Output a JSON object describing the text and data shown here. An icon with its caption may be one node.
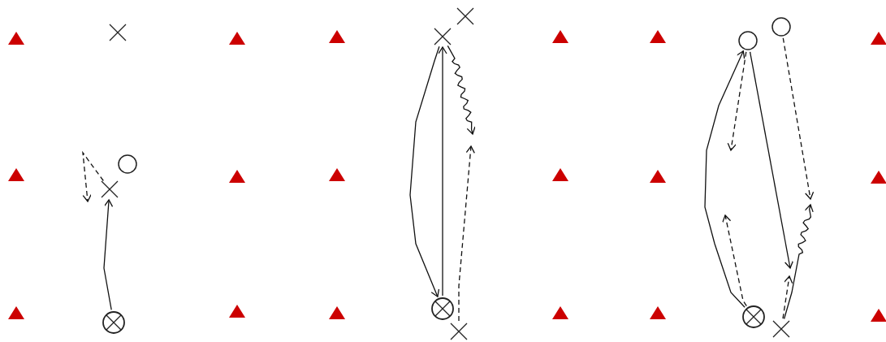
{
  "diagram": {
    "nodes": [
      {
        "text": [],
        "shape": "triangle"
      },
      {
        "text": [],
        "shape": "cross"
      },
      {
        "text": [],
        "shape": "triangle"
      },
      {
        "text": [],
        "shape": "triangle"
      },
      {
        "text": [],
        "shape": "cross"
      },
      {
        "text": [],
        "shape": "cross"
      },
      {
        "text": [],
        "shape": "triangle"
      },
      {
        "text": [],
        "shape": "triangle"
      },
      {
        "text": [],
        "shape": "circle"
      },
      {
        "text": [],
        "shape": "circle"
      },
      {
        "text": [],
        "shape": "triangle"
      },
      {
        "text": [],
        "shape": "triangle"
      },
      {
        "text": [],
        "shape": "cross"
      },
      {
        "text": [],
        "shape": "circle"
      },
      {
        "text": [],
        "shape": "triangle"
      },
      {
        "text": [],
        "shape": "triangle"
      },
      {
        "text": [],
        "shape": "triangle"
      },
      {
        "text": [],
        "shape": "triangle"
      },
      {
        "text": [],
        "shape": "triangle"
      },
      {
        "text": [],
        "shape": "triangle"
      },
      {
        "text": [],
        "shape": "crosshair"
      },
      {
        "text": [],
        "shape": "triangle"
      },
      {
        "text": [],
        "shape": "triangle"
      },
      {
        "text": [],
        "shape": "crosshair"
      },
      {
        "text": [],
        "shape": "cross"
      },
      {
        "text": [],
        "shape": "triangle"
      },
      {
        "text": [],
        "shape": "triangle"
      },
      {
        "text": [],
        "shape": "crosshair"
      },
      {
        "text": [],
        "shape": "cross"
      },
      {
        "text": [],
        "shape": "triangle"
      }
    ],
    "edges": [
      {
        "from": 20,
        "to": 12,
        "arrow": "to"
      },
      {
        "from": 12,
        "to": null,
        "arrow": "to",
        "style": "dashed"
      },
      {
        "from": 4,
        "to": 23,
        "arrow": "to"
      },
      {
        "from": 23,
        "to": 4,
        "arrow": "to"
      },
      {
        "from": 4,
        "to": null,
        "arrow": "to"
      },
      {
        "from": 24,
        "to": null,
        "arrow": "to",
        "style": "dashed"
      },
      {
        "from": 27,
        "to": 8,
        "arrow": "to"
      },
      {
        "from": 8,
        "to": null,
        "arrow": "to",
        "style": "dashed"
      },
      {
        "from": 8,
        "to": null,
        "arrow": "to"
      },
      {
        "from": 9,
        "to": null,
        "arrow": "to",
        "style": "dashed"
      },
      {
        "from": 28,
        "to": null,
        "arrow": "to"
      },
      {
        "from": 28,
        "to": null,
        "arrow": "to",
        "style": "dashed"
      },
      {
        "from": 27,
        "to": null,
        "arrow": "to",
        "style": "dashed"
      }
    ]
  }
}
